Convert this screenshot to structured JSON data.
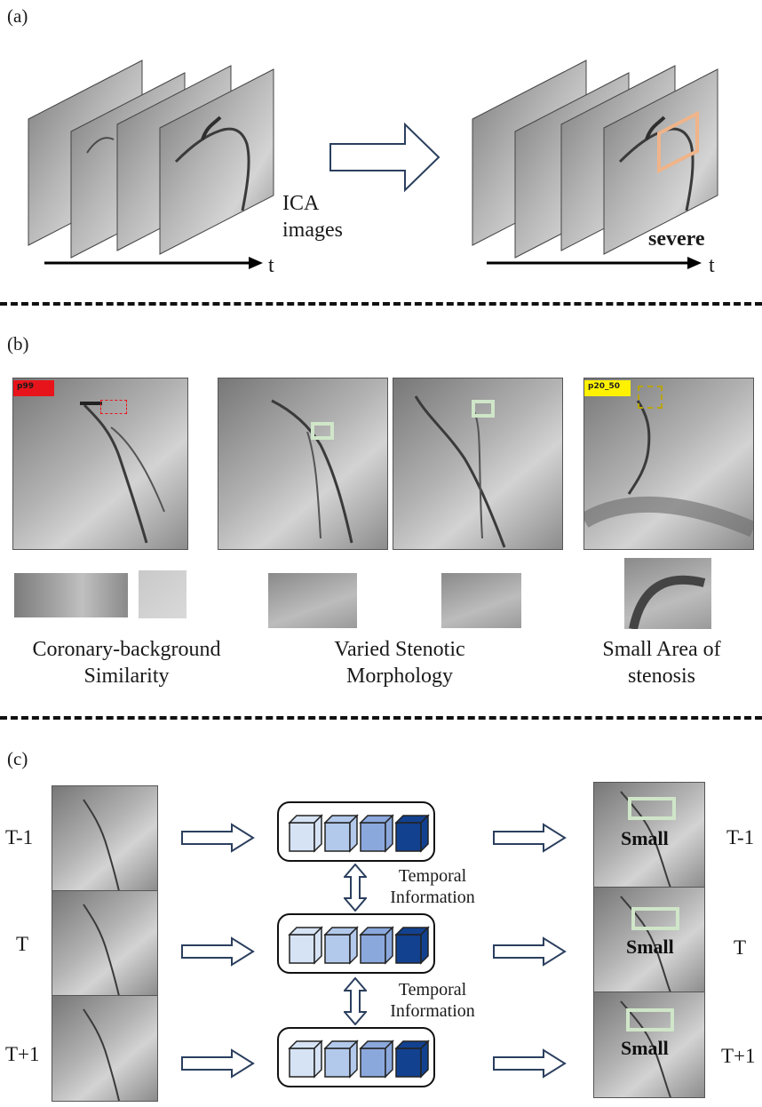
{
  "panel_a": {
    "label": "(a)",
    "input_caption_line1": "ICA",
    "input_caption_line2": "images",
    "time_left": "t",
    "output_label": "severe",
    "time_right": "t",
    "highlight_color": "#f0b489"
  },
  "panel_b": {
    "label": "(b)",
    "tag_red": "p99",
    "tag_yellow": "p20_50",
    "cap1_line1": "Coronary-background",
    "cap1_line2": "Similarity",
    "cap2_line1": "Varied Stenotic",
    "cap2_line2": "Morphology",
    "cap3_line1": "Small Area of",
    "cap3_line2": "stenosis",
    "colors": {
      "red": "#e8141b",
      "yellow": "#fff200",
      "green": "#cfe6c8"
    }
  },
  "panel_c": {
    "label": "(c)",
    "left_labels": [
      "T-1",
      "T",
      "T+1"
    ],
    "right_labels": [
      "T-1",
      "T",
      "T+1"
    ],
    "output_text": "Small",
    "temporal_1_line1": "Temporal",
    "temporal_1_line2": "Information",
    "temporal_2_line1": "Temporal",
    "temporal_2_line2": "Information",
    "cube_colors": [
      "#d6e3f5",
      "#b2c9ec",
      "#8ba8dd",
      "#12418f"
    ],
    "arrow_color": "#2b3f5e"
  }
}
